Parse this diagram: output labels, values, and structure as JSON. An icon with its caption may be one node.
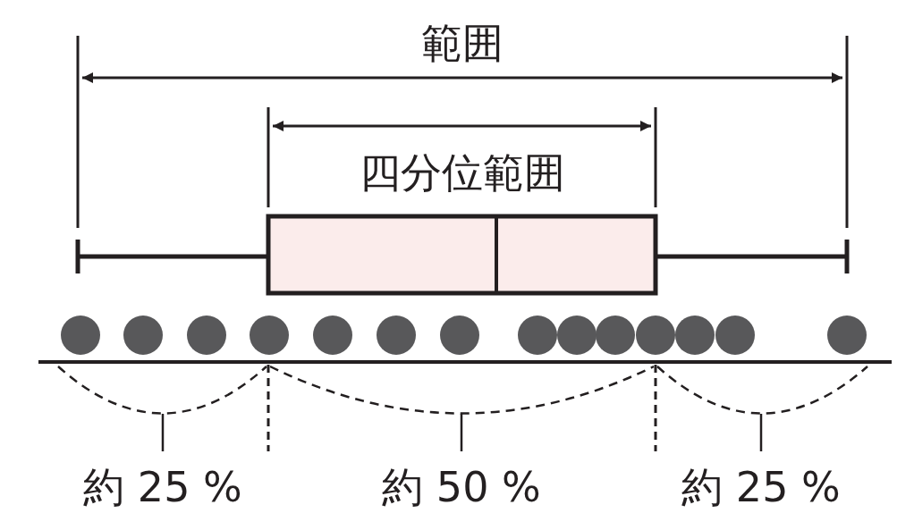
{
  "diagram": {
    "labels": [
      "範囲",
      "四分位範囲",
      "約 25 %",
      "約 50 %",
      "約 25 %"
    ]
  }
}
